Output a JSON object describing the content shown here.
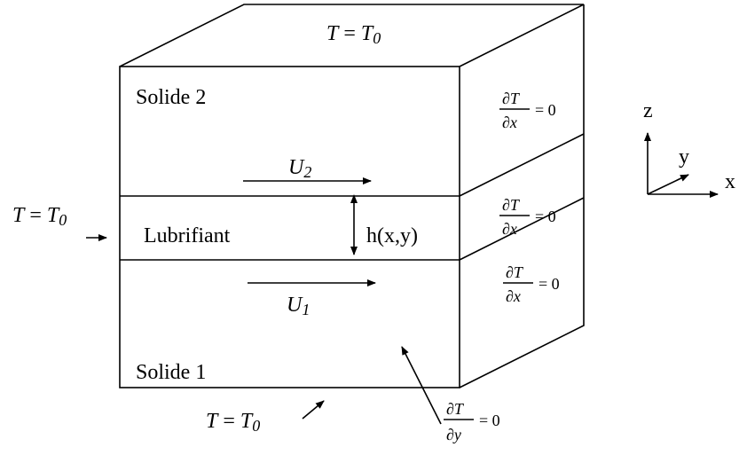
{
  "top_bc": {
    "T": "T",
    "eq": " = ",
    "T0": "T",
    "sub": "0"
  },
  "left_bc": {
    "T": "T",
    "eq": " = ",
    "T0": "T",
    "sub": "0"
  },
  "bottom_bc": {
    "T": "T",
    "eq": " = ",
    "T0": "T",
    "sub": "0"
  },
  "labels": {
    "solid2": "Solide 2",
    "solid1": "Solide 1",
    "lubricant": "Lubrifiant",
    "gap": "h(x,y)"
  },
  "velocities": {
    "u2": {
      "U": "U",
      "sub": "2"
    },
    "u1": {
      "U": "U",
      "sub": "1"
    }
  },
  "derivatives": {
    "side_num": "∂T",
    "side_den": "∂x",
    "bottom_num": "∂T",
    "bottom_den": "∂y",
    "equals_zero": "= 0"
  },
  "axes": {
    "z": "z",
    "y": "y",
    "x": "x"
  }
}
